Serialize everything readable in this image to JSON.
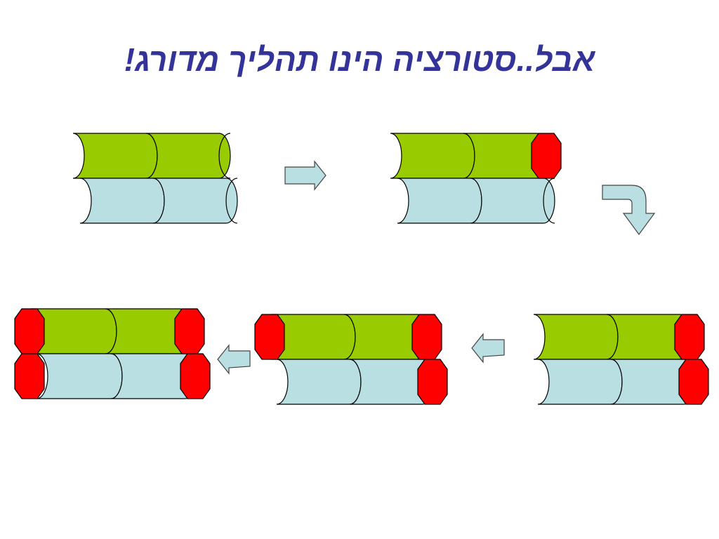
{
  "title": "אבל..סטורציה הינו תהליך מדורג!",
  "colors": {
    "title": "#333399",
    "top_strand": "#99cc00",
    "bottom_strand": "#b9dfe3",
    "cap": "#ff0000",
    "arrow": "#b9dfe3",
    "outline": "#000000"
  },
  "stages": [
    {
      "name": "stage-1",
      "caps": []
    },
    {
      "name": "stage-2",
      "caps": [
        "top-right"
      ]
    },
    {
      "name": "stage-3",
      "caps": [
        "top-right",
        "bottom-right"
      ]
    },
    {
      "name": "stage-4",
      "caps": [
        "top-left",
        "top-right",
        "bottom-right"
      ]
    },
    {
      "name": "stage-5",
      "caps": [
        "top-left",
        "top-right",
        "bottom-left",
        "bottom-right"
      ]
    }
  ],
  "arrows": [
    {
      "name": "arrow-stage-1-to-2",
      "direction": "right"
    },
    {
      "name": "arrow-stage-2-to-3",
      "direction": "bent-down"
    },
    {
      "name": "arrow-stage-3-to-4",
      "direction": "left"
    },
    {
      "name": "arrow-stage-4-to-5",
      "direction": "left"
    }
  ]
}
